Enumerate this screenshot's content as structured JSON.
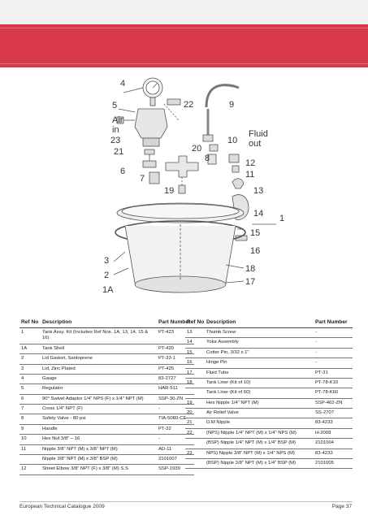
{
  "diagram": {
    "callouts": [
      "4",
      "5",
      "Air",
      "in",
      "23",
      "21",
      "6",
      "7",
      "19",
      "22",
      "9",
      "10",
      "Fluid",
      "out",
      "20",
      "8",
      "12",
      "11",
      "13",
      "14",
      "1",
      "15",
      "16",
      "3",
      "2",
      "1A",
      "18",
      "17"
    ]
  },
  "table_left": {
    "headers": [
      "Ref No",
      "Description",
      "Part Number"
    ],
    "rows": [
      [
        "1",
        "Tank Assy. Kit (Includes Ref Nos. 1A, 13, 14, 15 & 16)",
        "PT-423"
      ],
      [
        "1A",
        "Tank Shell",
        "PT-420"
      ],
      [
        "2",
        "Lid Gasket, Santoprene",
        "PT-33-1"
      ],
      [
        "3",
        "Lid, Zinc Plated",
        "PT-425"
      ],
      [
        "4",
        "Gauge",
        "83-2727"
      ],
      [
        "5",
        "Regulator",
        "HAR-511"
      ],
      [
        "6",
        "90° Swivel Adaptor 1/4\" NPS (F) x 1/4\" NPT (M)",
        "SSP-30-ZN"
      ],
      [
        "7",
        "Cross 1/4\" NPT (F)",
        "-"
      ],
      [
        "8",
        "Safety Valve - 80 psi",
        "TIA-5080-CE"
      ],
      [
        "9",
        "Handle",
        "PT-32"
      ],
      [
        "10",
        "Hex Nut 3/8\" – 16",
        "-"
      ],
      [
        "11",
        "Nipple 3/8\" NPT (M) x 3/8\" NPT (M)",
        "AD-11"
      ],
      [
        "",
        "Nipple 3/8\" NPT (M) x 3/8\" BSP (M)",
        "2101007"
      ],
      [
        "12",
        "Street Elbow 3/8\" NPT (F) x 3/8\" (M) S.S",
        "SSP-1939"
      ]
    ]
  },
  "table_right": {
    "headers": [
      "Ref No",
      "Description",
      "Part Number"
    ],
    "rows": [
      [
        "13",
        "Thumb Screw",
        "-"
      ],
      [
        "14",
        "Yoke Assembly",
        "-"
      ],
      [
        "15",
        "Cotter Pin, 3/32 x 1\"",
        "-"
      ],
      [
        "16",
        "Hinge Pin",
        "-"
      ],
      [
        "17",
        "Fluid Tube",
        "PT-31"
      ],
      [
        "18",
        "Tank Liner (Kit of 10)",
        "PT-78-K10"
      ],
      [
        "",
        "Tank Liner (Kit of 60)",
        "PT-78-K60"
      ],
      [
        "19",
        "Hex Nipple 1/4\" NPT (M)",
        "SSP-462-ZN"
      ],
      [
        "20",
        "Air Relief Valve",
        "SS-2707"
      ],
      [
        "21",
        "D.M Nipple",
        "83-4233"
      ],
      [
        "22",
        "(NPS) Nipple 1/4\" NPT (M) x 1/4\" NPS (M)",
        "H-2009"
      ],
      [
        "",
        "(BSP) Nipple 1/4\" NPT (M) x 1/4\" BSP (M)",
        "2101004"
      ],
      [
        "23",
        "NPS) Nipple 3/8\" NPT (M) x 1/4\" NPS (M)",
        "83-4233"
      ],
      [
        "",
        "(BSP) Nipple 3/8\" NPT (M) x 1/4\" BSP (M)",
        "2101005"
      ]
    ]
  },
  "footer": {
    "catalogue": "European Technical Catalogue 2009",
    "page": "Page 37"
  },
  "colors": {
    "header_band": "#d8394a",
    "top_band": "#f1f1f1"
  }
}
